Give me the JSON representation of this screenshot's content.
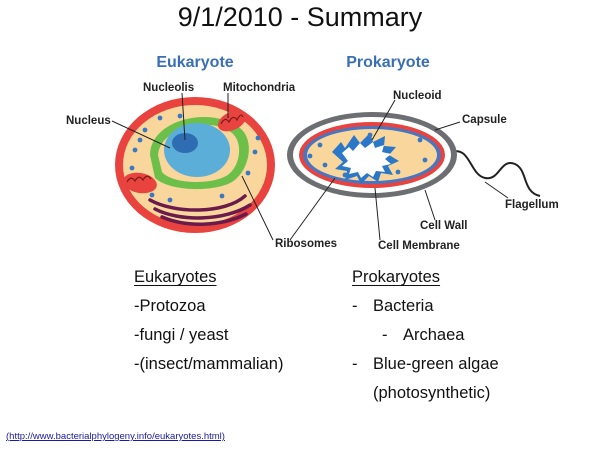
{
  "title": "9/1/2010 - Summary",
  "diagram": {
    "eukaryote_heading": "Eukaryote",
    "prokaryote_heading": "Prokaryote",
    "labels": {
      "nucleolis": "Nucleolis",
      "mitochondria": "Mitochondria",
      "nucleus": "Nucleus",
      "ribosomes": "Ribosomes",
      "nucleoid": "Nucleoid",
      "capsule": "Capsule",
      "flagellum": "Flagellum",
      "cell_wall": "Cell Wall",
      "cell_membrane": "Cell Membrane"
    },
    "colors": {
      "heading_blue": "#3a6fb6",
      "outer_membrane": "#e8433f",
      "cytoplasm": "#f9d79c",
      "nucleus": "#5aaed8",
      "nucleolus": "#2f6db3",
      "er_green": "#6cc04a",
      "golgi_purple": "#6a1a4b",
      "capsule_gray": "#6d6e71",
      "nucleoid_blue": "#2b77c8"
    }
  },
  "eukaryotes": {
    "header": "Eukaryotes",
    "items": [
      "-Protozoa",
      "-fungi / yeast",
      "-(insect/mammalian)"
    ]
  },
  "prokaryotes": {
    "header": "Prokaryotes",
    "bacteria_dash": "-",
    "bacteria": "Bacteria",
    "archaea_dash": "-",
    "archaea": "Archaea",
    "algae_dash": "-",
    "algae": "Blue-green algae",
    "algae_note": "(photosynthetic)"
  },
  "source_link": "(http://www.bacterialphylogeny.info/eukaryotes.html)"
}
